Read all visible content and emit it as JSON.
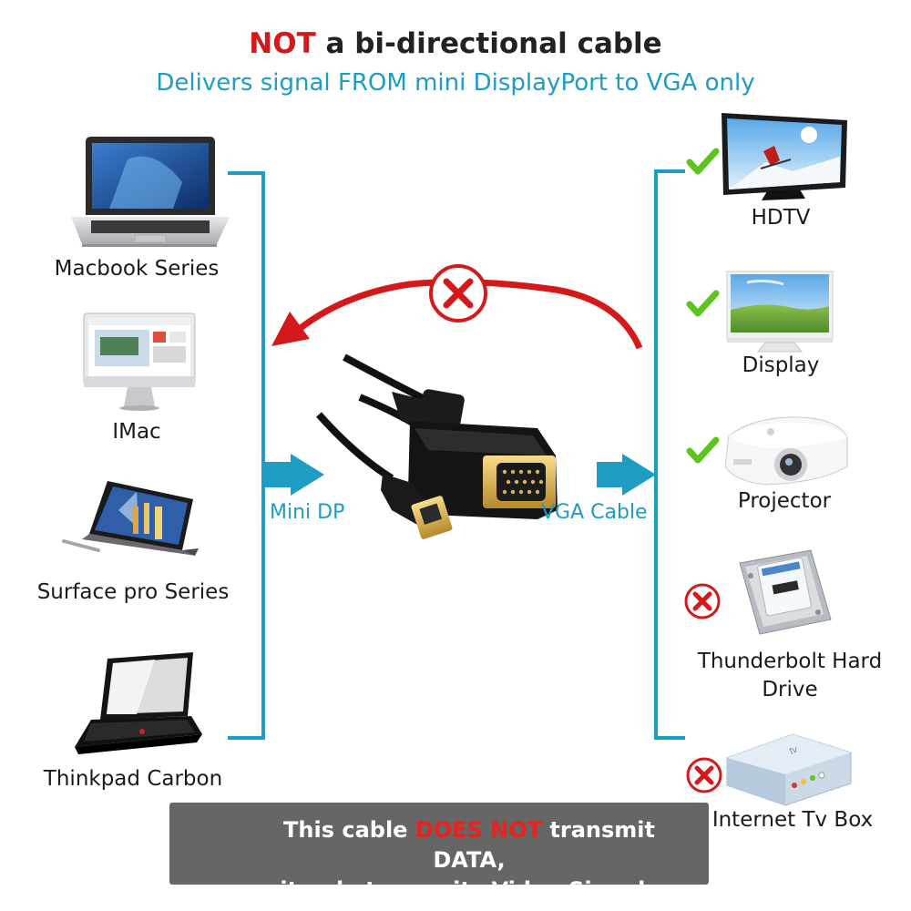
{
  "title": {
    "negation": "NOT",
    "rest": " a bi-directional cable",
    "subtitle": "Delivers signal FROM mini DisplayPort to VGA only"
  },
  "sources": [
    {
      "label": "Macbook Series",
      "icon": "laptop-icon"
    },
    {
      "label": "IMac",
      "icon": "imac-icon"
    },
    {
      "label": "Surface pro Series",
      "icon": "tablet-icon"
    },
    {
      "label": "Thinkpad Carbon",
      "icon": "laptop-icon"
    }
  ],
  "connectors": {
    "input_label": "Mini DP",
    "output_label": "VGA Cable"
  },
  "targets": [
    {
      "label": "HDTV",
      "status": "supported",
      "icon": "tv-icon"
    },
    {
      "label": "Display",
      "status": "supported",
      "icon": "monitor-icon"
    },
    {
      "label": "Projector",
      "status": "supported",
      "icon": "projector-icon"
    },
    {
      "label_line1": "Thunderbolt Hard",
      "label_line2": "Drive",
      "status": "unsupported",
      "icon": "hard-drive-icon"
    },
    {
      "label": "Internet Tv Box",
      "status": "unsupported",
      "icon": "tv-box-icon"
    }
  ],
  "warning": {
    "line1_a": "This cable ",
    "line1_neg": "DOES NOT",
    "line1_b": " transmit DATA,",
    "line2": "it only transmits Video Signals",
    "icon": "warning-triangle-icon"
  },
  "colors": {
    "accent_blue": "#1d9cc4",
    "negative_red": "#d5191b",
    "check_green": "#5dc31f",
    "warning_yellow": "#f5c518",
    "warning_box": "#666666"
  }
}
